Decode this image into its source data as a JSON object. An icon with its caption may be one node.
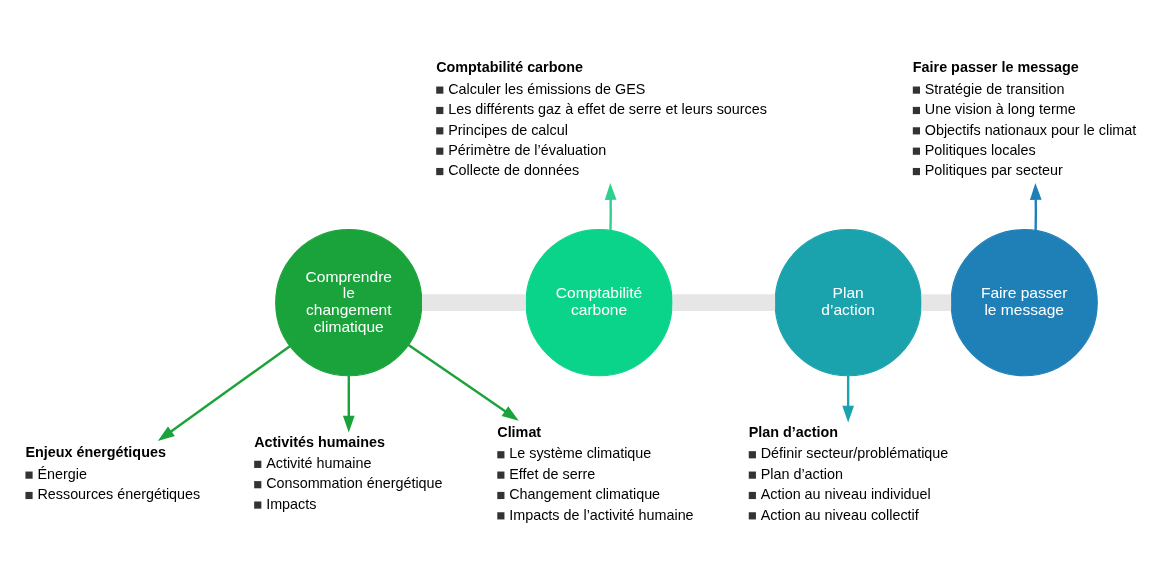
{
  "diagram": {
    "nodes": [
      {
        "text": [
          "Comprendre le changement climatique"
        ]
      },
      {
        "text": [
          "Comptabilité carbone"
        ]
      },
      {
        "text": [
          "Plan d’action"
        ]
      },
      {
        "text": [
          "Faire passer le message"
        ]
      },
      {
        "text": [
          "Enjeux énergétiques",
          "Énergie",
          "Ressources énergétiques"
        ]
      },
      {
        "text": [
          "Activités humaines",
          "Activité humaine",
          "Consommation énergétique",
          "Impacts"
        ]
      },
      {
        "text": [
          "Climat",
          "Le système climatique",
          "Effet de serre",
          "Changement climatique",
          "Impacts de l’activité humaine"
        ]
      },
      {
        "text": [
          "Comptabilité carbone",
          "Calculer les émissions de GES",
          "Les différents gaz à effet de serre et leurs sources",
          "Principes de calcul",
          "Périmètre de l’évaluation",
          "Collecte de données"
        ]
      },
      {
        "text": [
          "Plan d’action",
          "Définir secteur/problématique",
          "Plan d’action",
          "Action au niveau individuel",
          "Action au niveau collectif"
        ]
      },
      {
        "text": [
          "Faire passer le message",
          "Stratégie de transition",
          "Une vision à long terme",
          "Objectifs nationaux pour le climat",
          "Politiques locales",
          "Politiques par secteur"
        ]
      }
    ],
    "edges": [
      {
        "from": 0,
        "to": 1,
        "arrow": "none",
        "style": "thick",
        "color": "#e6e6e6"
      },
      {
        "from": 1,
        "to": 2,
        "arrow": "none",
        "style": "thick",
        "color": "#e6e6e6"
      },
      {
        "from": 2,
        "to": 3,
        "arrow": "none",
        "style": "thick",
        "color": "#e6e6e6"
      },
      {
        "from": 0,
        "to": 4,
        "arrow": "to",
        "color": "#1aa33a"
      },
      {
        "from": 0,
        "to": 5,
        "arrow": "to",
        "color": "#1aa33a"
      },
      {
        "from": 0,
        "to": 6,
        "arrow": "to",
        "color": "#1aa33a"
      },
      {
        "from": 1,
        "to": 7,
        "arrow": "to",
        "color": "#2ecf8f"
      },
      {
        "from": 2,
        "to": 8,
        "arrow": "to",
        "color": "#1aa3ad"
      },
      {
        "from": 3,
        "to": 9,
        "arrow": "to",
        "color": "#1f80b8"
      }
    ]
  }
}
